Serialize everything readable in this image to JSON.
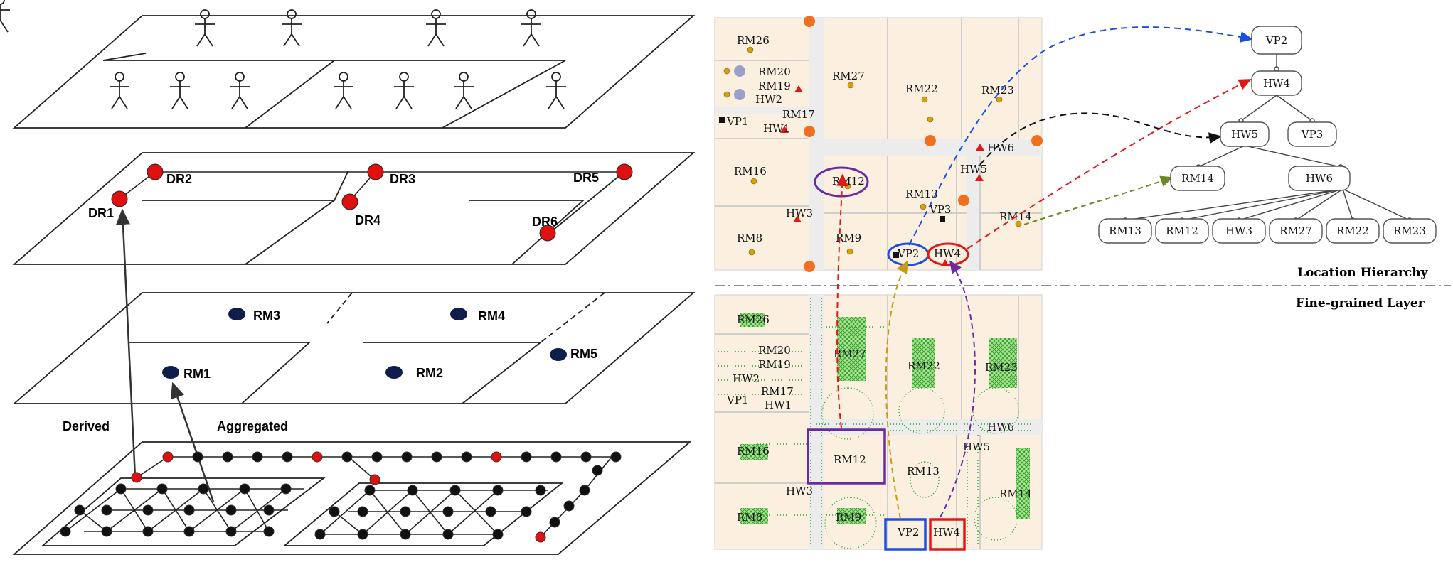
{
  "left_panel": {
    "door_labels": [
      "DR1",
      "DR2",
      "DR3",
      "DR4",
      "DR5",
      "DR6"
    ],
    "room_labels": [
      "RM1",
      "RM2",
      "RM3",
      "RM4",
      "RM5"
    ],
    "arrow_labels": {
      "derived": "Derived",
      "aggregated": "Aggregated"
    }
  },
  "map_panel": {
    "room_labels": [
      "RM26",
      "RM20",
      "RM19",
      "HW2",
      "RM17",
      "VP1",
      "HW1",
      "RM27",
      "RM22",
      "RM23",
      "HW6",
      "HW5",
      "RM16",
      "RM12",
      "RM13",
      "VP3",
      "RM14",
      "HW3",
      "RM8",
      "RM9",
      "VP2",
      "HW4"
    ],
    "fine_labels": [
      "RM26",
      "RM20",
      "RM19",
      "HW2",
      "RM17",
      "VP1",
      "HW1",
      "RM27",
      "RM22",
      "RM23",
      "HW6",
      "HW5",
      "RM16",
      "RM12",
      "RM13",
      "RM14",
      "HW3",
      "RM8",
      "RM9",
      "VP2",
      "HW4"
    ]
  },
  "tree": {
    "nodes": [
      "VP2",
      "HW4",
      "HW5",
      "VP3",
      "RM14",
      "HW6",
      "RM13",
      "RM12",
      "HW3",
      "RM27",
      "RM22",
      "RM23"
    ]
  },
  "layer_labels": {
    "top": "Location Hierarchy",
    "bottom": "Fine-grained Layer"
  },
  "colors": {
    "door": "#e01010",
    "room": "#0f1d4a",
    "edge": "#2aa52a",
    "room_fill": "#fbf0e0",
    "blue": "#1a4fe0",
    "red": "#e01818",
    "purple": "#6a2aa0",
    "olive": "#6a8a2a",
    "gold": "#c89a10"
  }
}
